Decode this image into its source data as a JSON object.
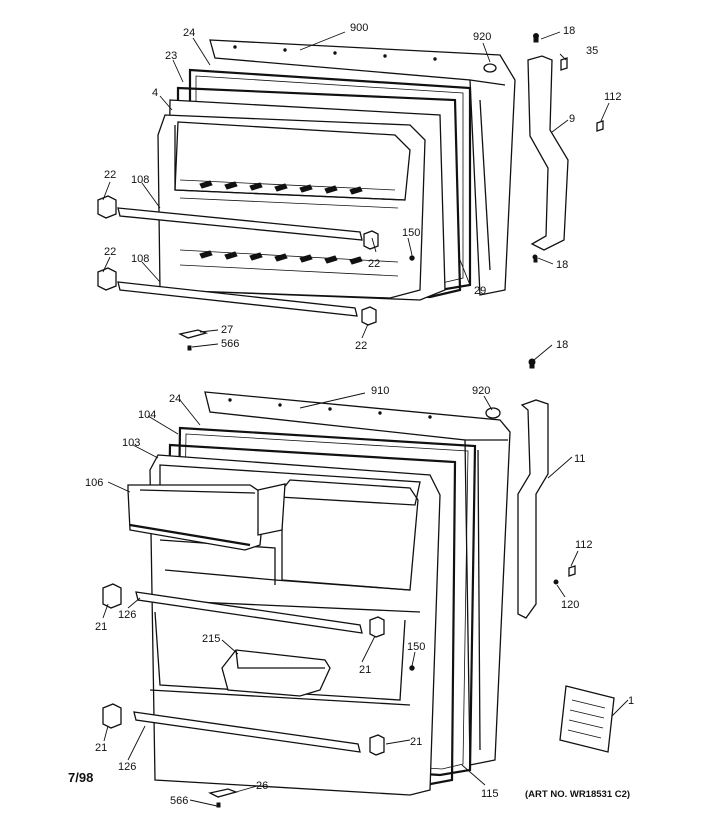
{
  "footer": {
    "date": "7/98",
    "art_no": "(ART NO. WR18531 C2)"
  },
  "upper_door_labels": {
    "l900": "900",
    "l920": "920",
    "l24": "24",
    "l23": "23",
    "l4": "4",
    "l18a": "18",
    "l35": "35",
    "l112": "112",
    "l9": "9",
    "l22a": "22",
    "l108a": "108",
    "l22b": "22",
    "l108b": "108",
    "l150": "150",
    "l22c": "22",
    "l29": "29",
    "l18b": "18",
    "l27": "27",
    "l566": "566",
    "l22d": "22"
  },
  "lower_door_labels": {
    "l18": "18",
    "l910": "910",
    "l920": "920",
    "l24": "24",
    "l104": "104",
    "l103": "103",
    "l106": "106",
    "l11": "11",
    "l112": "112",
    "l120": "120",
    "l21a": "21",
    "l126a": "126",
    "l215": "215",
    "l150": "150",
    "l21b": "21",
    "l1": "1",
    "l21c": "21",
    "l126b": "126",
    "l21d": "21",
    "l115": "115",
    "l26": "26",
    "l566": "566"
  }
}
